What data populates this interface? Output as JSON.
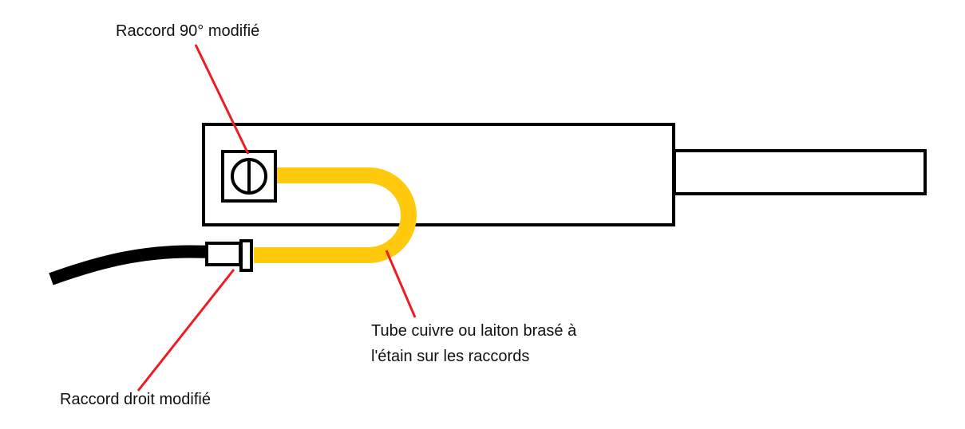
{
  "labels": {
    "fitting_90": "Raccord 90° modifié",
    "tube_line1": "Tube cuivre ou laiton brasé à",
    "tube_line2": "l'étain sur les raccords",
    "fitting_straight": "Raccord droit modifié"
  },
  "colors": {
    "tube": "#FFC90E",
    "pointer": "#ED1C24",
    "outline": "#000000"
  }
}
